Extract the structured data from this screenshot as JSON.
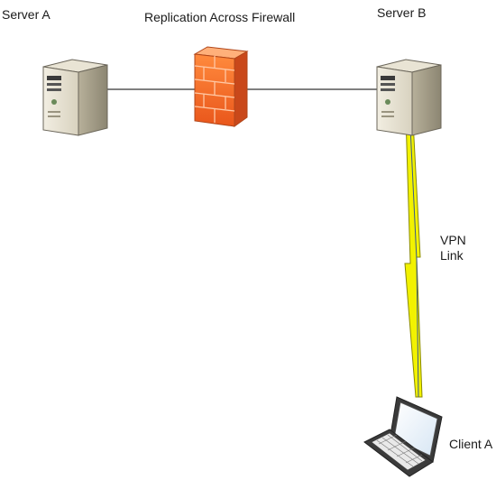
{
  "labels": {
    "server_a": "Server A",
    "server_b": "Server B",
    "replication": "Replication Across Firewall",
    "vpn_line1": "VPN",
    "vpn_line2": "Link",
    "client_a": "Client A"
  },
  "icons": {
    "server_a": "server-tower-icon",
    "server_b": "server-tower-icon",
    "firewall": "brick-firewall-icon",
    "client_a": "laptop-icon",
    "vpn_link": "lightning-bolt-link"
  },
  "colors": {
    "firewall": "#ff7a3a",
    "vpn_link": "#f5f500",
    "connector": "#000000",
    "vpn_connector": "#3a5a8a"
  }
}
